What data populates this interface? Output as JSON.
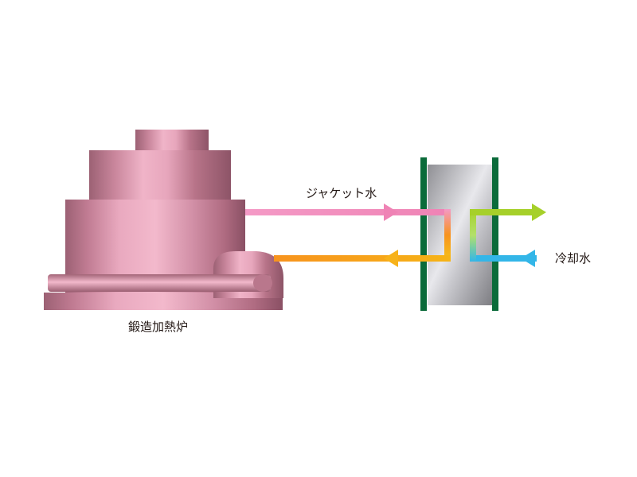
{
  "labels": {
    "furnace": "鍛造加熱炉",
    "jacket_water": "ジャケット水",
    "cooling_water": "冷却水"
  },
  "colors": {
    "furnace_pink": "#e7a6bc",
    "furnace_shadow": "#9c6174",
    "hx_frame_green": "#0b6b3a",
    "hx_body_gray": "#b8b8bc",
    "jacket_hot_pink": "#f49ac6",
    "jacket_return_yellow": "#f6c21a",
    "jacket_return_orange": "#f7931e",
    "cooling_out_green": "#a6d02a",
    "cooling_in_cyan": "#33b6e8"
  },
  "icons": {
    "furnace": "forging-furnace-icon",
    "heat_exchanger": "heat-exchanger-icon"
  }
}
